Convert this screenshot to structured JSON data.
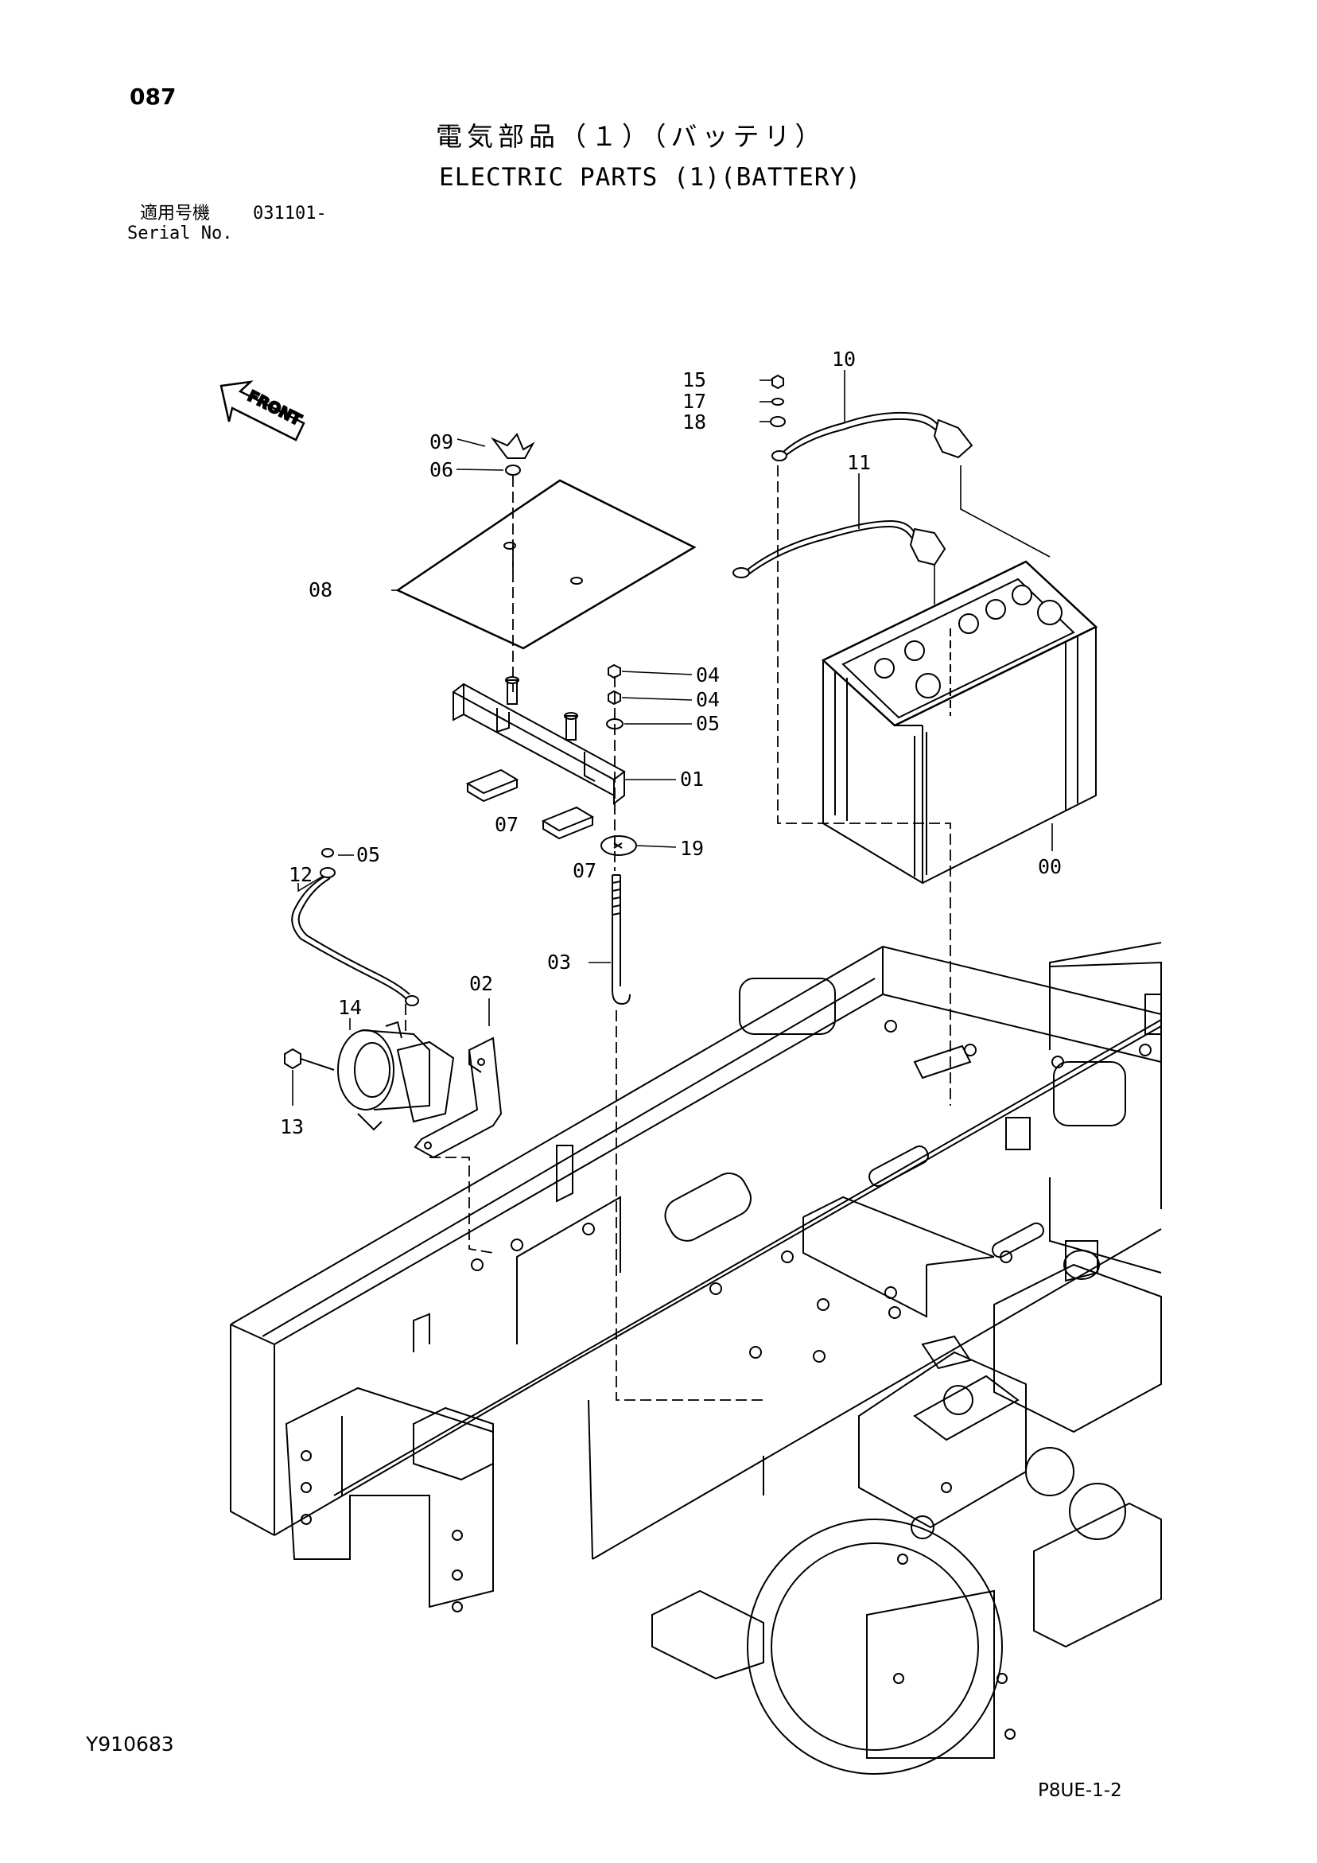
{
  "page_number": "087",
  "title_ja": "電気部品（１）（バッテリ）",
  "title_en": "ELECTRIC PARTS (1)(BATTERY)",
  "serial": {
    "label_ja": "適用号機",
    "number": "031101-",
    "label_en": "Serial No."
  },
  "front_label": "FRONT",
  "callouts": [
    "00",
    "01",
    "02",
    "03",
    "04",
    "04",
    "05",
    "05",
    "06",
    "07",
    "07",
    "08",
    "09",
    "10",
    "11",
    "12",
    "13",
    "14",
    "15",
    "17",
    "18",
    "19"
  ],
  "drawing_id": "Y910683",
  "sheet_code": "P8UE-1-2"
}
